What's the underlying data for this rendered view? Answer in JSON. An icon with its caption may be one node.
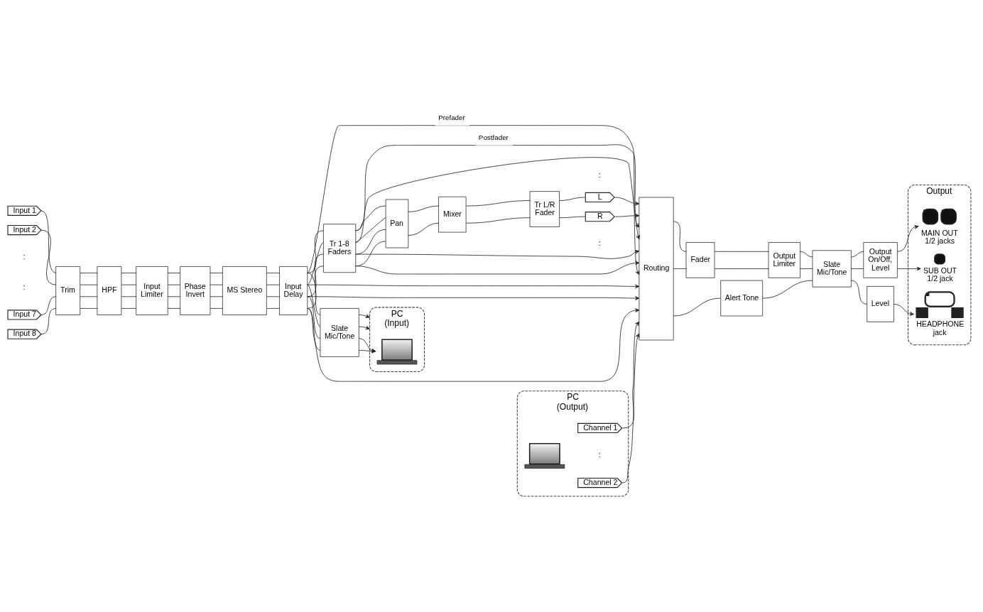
{
  "diagram": {
    "nodes": [
      {
        "text": [
          "Input 1"
        ]
      },
      {
        "text": [
          "Input 2"
        ]
      },
      {
        "text": [
          "Input 7"
        ]
      },
      {
        "text": [
          "Input 8"
        ]
      },
      {
        "text": [
          "Trim"
        ]
      },
      {
        "text": [
          "HPF"
        ]
      },
      {
        "text": [
          "Input Limiter"
        ]
      },
      {
        "text": [
          "Phase Invert"
        ]
      },
      {
        "text": [
          "MS Stereo"
        ]
      },
      {
        "text": [
          "Input Delay"
        ]
      },
      {
        "text": [
          "Slate Mic/Tone"
        ]
      },
      {
        "text": [
          "PC (Input)"
        ]
      },
      {
        "text": [],
        "shape": "picture",
        "in": 11
      },
      {
        "text": [
          "Tr 1-8 Faders"
        ]
      },
      {
        "text": [
          "Pan"
        ]
      },
      {
        "text": [
          "Mixer"
        ]
      },
      {
        "text": [
          "Tr L/R Fader"
        ]
      },
      {
        "text": [
          "L"
        ]
      },
      {
        "text": [
          "R"
        ]
      },
      {
        "text": [
          "Routing"
        ]
      },
      {
        "text": [
          "Fader"
        ]
      },
      {
        "text": [
          "Output Limiter"
        ]
      },
      {
        "text": [
          "Slate Mic/Tone"
        ]
      },
      {
        "text": [
          "Output On/Off, Level"
        ]
      },
      {
        "text": [
          "Alert Tone"
        ]
      },
      {
        "text": [
          "Level"
        ]
      },
      {
        "text": [
          "Output"
        ]
      },
      {
        "text": [],
        "shape": "picture",
        "in": 26,
        "beside": [
          "MAIN OUT 1/2 jacks"
        ]
      },
      {
        "text": [],
        "shape": "picture",
        "in": 26,
        "beside": [
          "SUB OUT 1/2 jack"
        ]
      },
      {
        "text": [],
        "shape": "picture",
        "in": 26,
        "beside": [
          "HEADPHONE jack"
        ]
      },
      {
        "text": [
          "PC (Output)"
        ]
      },
      {
        "text": [],
        "shape": "picture",
        "in": 30
      },
      {
        "text": [
          "Channel 1"
        ],
        "in": 30
      },
      {
        "text": [
          "Channel 2"
        ],
        "in": 30
      }
    ],
    "edges": [
      {
        "from": 0,
        "to": 4,
        "arrow": "none"
      },
      {
        "from": 1,
        "to": 4,
        "arrow": "none"
      },
      {
        "from": 2,
        "to": 4,
        "arrow": "none"
      },
      {
        "from": 3,
        "to": 4,
        "arrow": "none"
      },
      {
        "from": 4,
        "to": 5,
        "arrow": "none"
      },
      {
        "from": 4,
        "to": 5,
        "arrow": "none"
      },
      {
        "from": 4,
        "to": 5,
        "arrow": "none"
      },
      {
        "from": 4,
        "to": 5,
        "arrow": "none"
      },
      {
        "from": 5,
        "to": 6,
        "arrow": "none"
      },
      {
        "from": 5,
        "to": 6,
        "arrow": "none"
      },
      {
        "from": 5,
        "to": 6,
        "arrow": "none"
      },
      {
        "from": 5,
        "to": 6,
        "arrow": "none"
      },
      {
        "from": 6,
        "to": 7,
        "arrow": "none"
      },
      {
        "from": 6,
        "to": 7,
        "arrow": "none"
      },
      {
        "from": 6,
        "to": 7,
        "arrow": "none"
      },
      {
        "from": 6,
        "to": 7,
        "arrow": "none"
      },
      {
        "from": 7,
        "to": 8,
        "arrow": "none"
      },
      {
        "from": 7,
        "to": 8,
        "arrow": "none"
      },
      {
        "from": 7,
        "to": 8,
        "arrow": "none"
      },
      {
        "from": 7,
        "to": 8,
        "arrow": "none"
      },
      {
        "from": 8,
        "to": 9,
        "arrow": "none"
      },
      {
        "from": 8,
        "to": 9,
        "arrow": "none"
      },
      {
        "from": 8,
        "to": 9,
        "arrow": "none"
      },
      {
        "from": 8,
        "to": 9,
        "arrow": "none"
      },
      {
        "from": 9,
        "to": 10,
        "arrow": "none"
      },
      {
        "from": 9,
        "to": 10,
        "arrow": "none"
      },
      {
        "from": 9,
        "to": 10,
        "arrow": "none"
      },
      {
        "from": 9,
        "to": 10,
        "arrow": "none"
      },
      {
        "from": 10,
        "to": 11,
        "arrow": "to"
      },
      {
        "from": 10,
        "to": 11,
        "arrow": "to"
      },
      {
        "from": 10,
        "to": 12,
        "arrow": "to"
      },
      {
        "from": 10,
        "to": 12,
        "arrow": "to"
      },
      {
        "from": 9,
        "to": 13,
        "arrow": "none"
      },
      {
        "from": 9,
        "to": 13,
        "arrow": "none"
      },
      {
        "from": 9,
        "to": 13,
        "arrow": "none"
      },
      {
        "from": 9,
        "to": 13,
        "arrow": "none"
      },
      {
        "from": 13,
        "to": 14,
        "arrow": "none"
      },
      {
        "from": 13,
        "to": 14,
        "arrow": "none"
      },
      {
        "from": 13,
        "to": 14,
        "arrow": "none"
      },
      {
        "from": 13,
        "to": 14,
        "arrow": "none"
      },
      {
        "from": 14,
        "to": 15,
        "arrow": "none"
      },
      {
        "from": 14,
        "to": 15,
        "arrow": "none"
      },
      {
        "from": 15,
        "to": 16,
        "arrow": "none"
      },
      {
        "from": 15,
        "to": 16,
        "arrow": "none"
      },
      {
        "from": 16,
        "to": 17,
        "arrow": "none"
      },
      {
        "from": 16,
        "to": 18,
        "arrow": "none"
      },
      {
        "from": 17,
        "to": 19,
        "arrow": "to"
      },
      {
        "from": 18,
        "to": 19,
        "arrow": "to"
      },
      {
        "from": 13,
        "to": 19,
        "arrow": "to",
        "label": "Postfader"
      },
      {
        "from": 13,
        "to": 19,
        "arrow": "to"
      },
      {
        "from": 13,
        "to": 19,
        "arrow": "to"
      },
      {
        "from": 13,
        "to": 19,
        "arrow": "to"
      },
      {
        "from": 9,
        "to": 19,
        "arrow": "to",
        "label": "Prefader"
      },
      {
        "from": 9,
        "to": 19,
        "arrow": "to"
      },
      {
        "from": 9,
        "to": 19,
        "arrow": "to"
      },
      {
        "from": 9,
        "to": 19,
        "arrow": "to"
      },
      {
        "from": 32,
        "to": 19,
        "arrow": "to"
      },
      {
        "from": 33,
        "to": 19,
        "arrow": "to"
      },
      {
        "from": 19,
        "to": 20,
        "arrow": "none"
      },
      {
        "from": 19,
        "to": 20,
        "arrow": "none"
      },
      {
        "from": 20,
        "to": 21,
        "arrow": "none"
      },
      {
        "from": 20,
        "to": 21,
        "arrow": "none"
      },
      {
        "from": 21,
        "to": 22,
        "arrow": "none"
      },
      {
        "from": 21,
        "to": 22,
        "arrow": "none"
      },
      {
        "from": 22,
        "to": 23,
        "arrow": "none"
      },
      {
        "from": 22,
        "to": 23,
        "arrow": "none"
      },
      {
        "from": 23,
        "to": 27,
        "arrow": "to"
      },
      {
        "from": 23,
        "to": 28,
        "arrow": "to"
      },
      {
        "from": 19,
        "to": 24,
        "arrow": "none"
      },
      {
        "from": 24,
        "to": 22,
        "arrow": "none"
      },
      {
        "from": 22,
        "to": 25,
        "arrow": "none"
      },
      {
        "from": 25,
        "to": 29,
        "arrow": "to"
      }
    ],
    "labels": [
      ":",
      ":",
      ":",
      ":",
      ":"
    ]
  }
}
